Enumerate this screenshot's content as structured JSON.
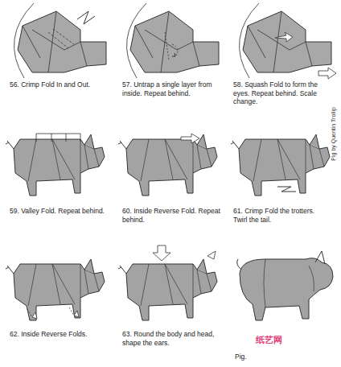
{
  "diagram": {
    "labels": [
      "56. Crimp Fold In and Out.",
      "57. Untrap a single layer from inside. Repeat behind.",
      "58. Squash Fold to form the eyes. Repeat behind. Scale change.",
      "59. Valley Fold. Repeat behind.",
      "60. Inside Reverse Fold. Repeat behind.",
      "61. Crimp Fold the trotters. Twirl the tail.",
      "62. Inside Reverse Folds.",
      "63. Round the body and head, shape the ears.",
      "Pig.",
      "Pig by Quentin Trollip",
      "纸艺网"
    ]
  }
}
